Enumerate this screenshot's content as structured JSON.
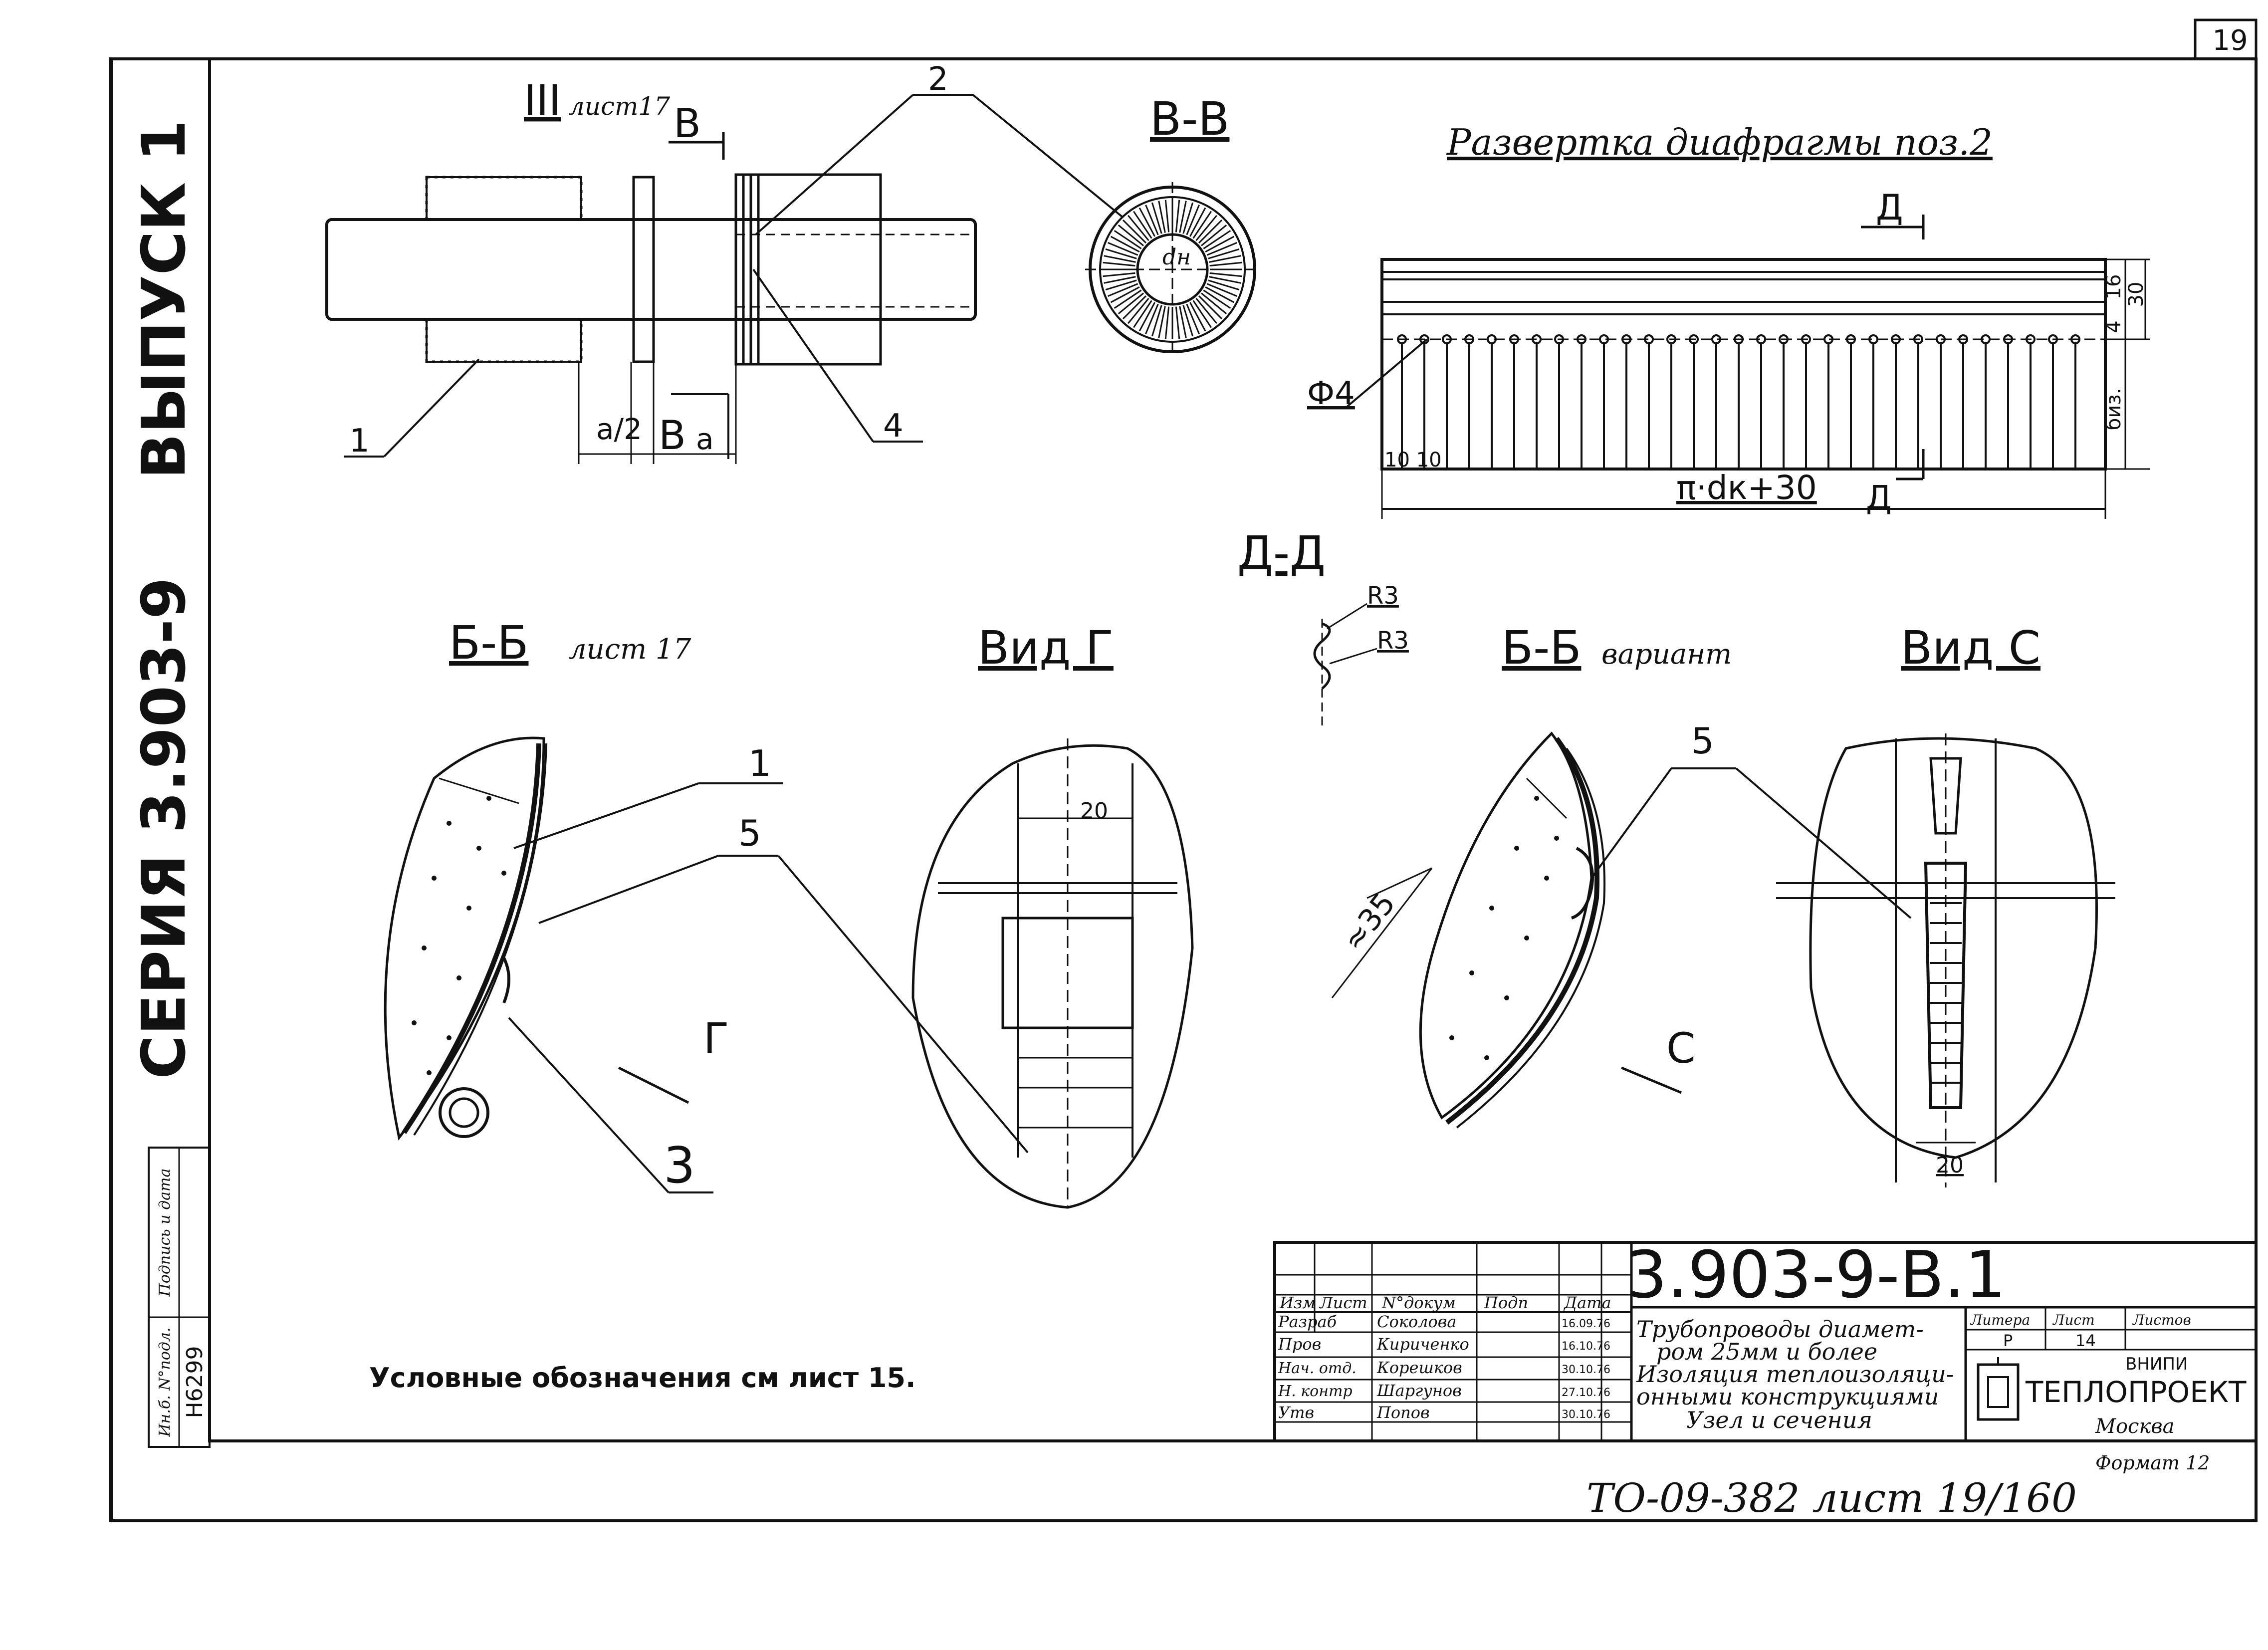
{
  "sheet": {
    "corner_number": "19",
    "side_labels": {
      "issue": "ВЫПУСК 1",
      "series": "СЕРИЯ 3.903-9"
    },
    "inventory_block": {
      "headers": [
        "Ин.б. N°подл.",
        "Подпись и дата"
      ],
      "value": "Н6299"
    },
    "bottom_note": "ТО-09-382 лист 19/160",
    "format_note": "Формат 12"
  },
  "views": {
    "section_iii": {
      "title": "III",
      "ref": "лист17",
      "cut_mark": "В",
      "dimension_labels": [
        "а/2",
        "В",
        "а"
      ],
      "callouts": [
        "1",
        "2",
        "4"
      ]
    },
    "section_vv": {
      "title": "В-В",
      "diameter_label": "dн"
    },
    "diaphragm": {
      "title": "Развертка диафрагмы поз.2",
      "cut_label": "Д",
      "hole_label": "Ф4",
      "left_dims": "10 10",
      "length_formula": "π·dк+30",
      "right_dims": [
        "16",
        "30",
        "4",
        "биз."
      ]
    },
    "section_dd": {
      "title": "Д-Д",
      "radius_labels": [
        "R3",
        "R3"
      ]
    },
    "section_bb": {
      "title": "Б-Б",
      "ref": "лист 17",
      "callouts": [
        "1",
        "5",
        "3"
      ],
      "arrow": "Г"
    },
    "view_g": {
      "title": "Вид Г",
      "dim": "20"
    },
    "section_bb_variant": {
      "title": "Б-Б",
      "ref": "вариант",
      "dim": "≈35",
      "callout": "5",
      "arrow": "С"
    },
    "view_c": {
      "title": "Вид С",
      "dim": "20"
    }
  },
  "legend_note": "Условные обозначения см лист 15.",
  "title_block": {
    "code": "3.903-9-В.1",
    "headers": [
      "Изм",
      "Лист",
      "N°докум",
      "Подп",
      "Дата"
    ],
    "rows": [
      {
        "role": "Разраб",
        "name": "Соколова",
        "date": "16.09.76"
      },
      {
        "role": "Пров",
        "name": "Кириченко",
        "date": "16.10.76"
      },
      {
        "role": "Нач. отд.",
        "name": "Корешков",
        "date": "30.10.76"
      },
      {
        "role": "Н. контр",
        "name": "Шаргунов",
        "date": "27.10.76"
      },
      {
        "role": "Утв",
        "name": "Попов",
        "date": "30.10.76"
      }
    ],
    "description": [
      "Трубопроводы диамет-",
      "ром 25мм и более",
      "Изоляция теплоизоляци-",
      "онными конструкциями",
      "Узел и сечения"
    ],
    "stage_headers": [
      "Литера",
      "Лист",
      "Листов"
    ],
    "stage_values": [
      "Р",
      "14",
      ""
    ],
    "org": {
      "top": "ВНИПИ",
      "name": "ТЕПЛОПРОЕКТ",
      "city": "Москва"
    }
  }
}
